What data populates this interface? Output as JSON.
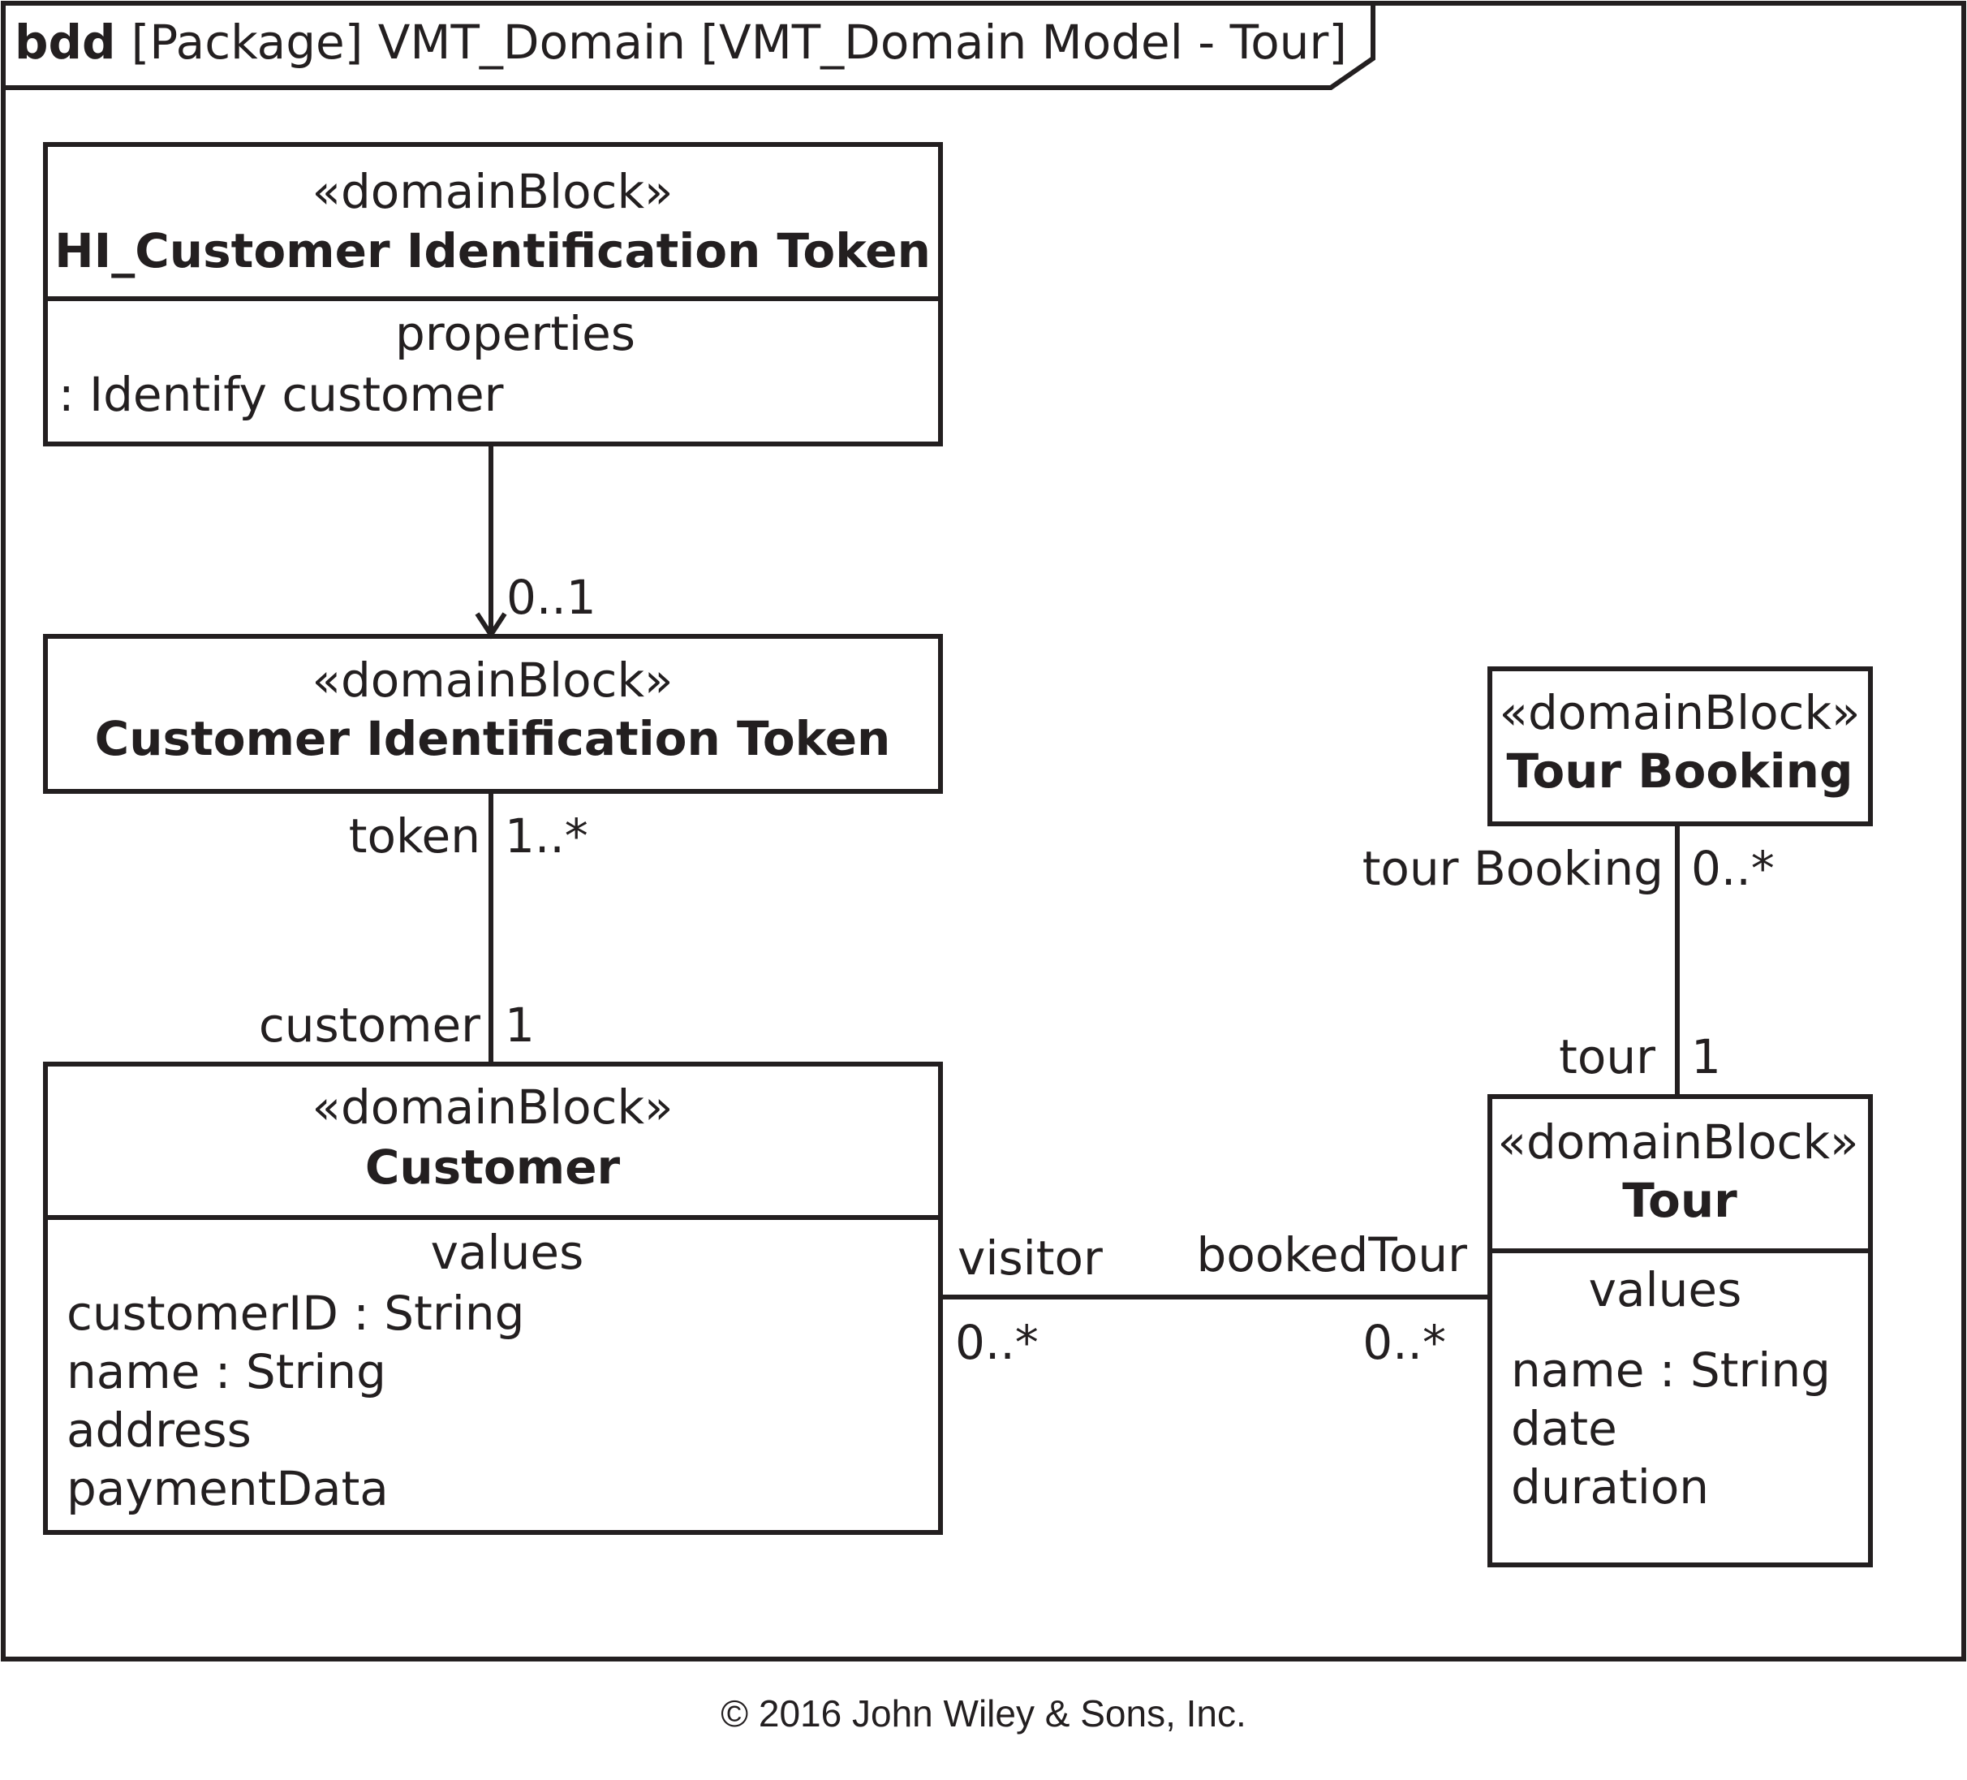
{
  "frame": {
    "keyword": "bdd",
    "title": "[Package] VMT_Domain [VMT_Domain Model - Tour]"
  },
  "blocks": {
    "hi_token": {
      "stereotype": "«domainBlock»",
      "name": "HI_Customer Identification Token",
      "compartment_title": "properties",
      "items": [
        ": Identify customer"
      ]
    },
    "token": {
      "stereotype": "«domainBlock»",
      "name": "Customer Identification Token"
    },
    "customer": {
      "stereotype": "«domainBlock»",
      "name": "Customer",
      "compartment_title": "values",
      "items": [
        "customerID : String",
        "name : String",
        "address",
        "paymentData"
      ]
    },
    "tour_booking": {
      "stereotype": "«domainBlock»",
      "name": "Tour Booking"
    },
    "tour": {
      "stereotype": "«domainBlock»",
      "name": "Tour",
      "compartment_title": "values",
      "items": [
        "name : String",
        "date",
        "duration"
      ]
    }
  },
  "associations": {
    "hi_to_token": {
      "multiplicity": "0..1"
    },
    "token_customer": {
      "token_role": "token",
      "token_mult": "1..*",
      "customer_role": "customer",
      "customer_mult": "1"
    },
    "customer_tour": {
      "customer_role": "visitor",
      "customer_mult": "0..*",
      "tour_role": "bookedTour",
      "tour_mult": "0..*"
    },
    "booking_tour": {
      "booking_role": "tour Booking",
      "booking_mult": "0..*",
      "tour_role": "tour",
      "tour_mult": "1"
    }
  },
  "copyright": "© 2016 John Wiley & Sons, Inc."
}
